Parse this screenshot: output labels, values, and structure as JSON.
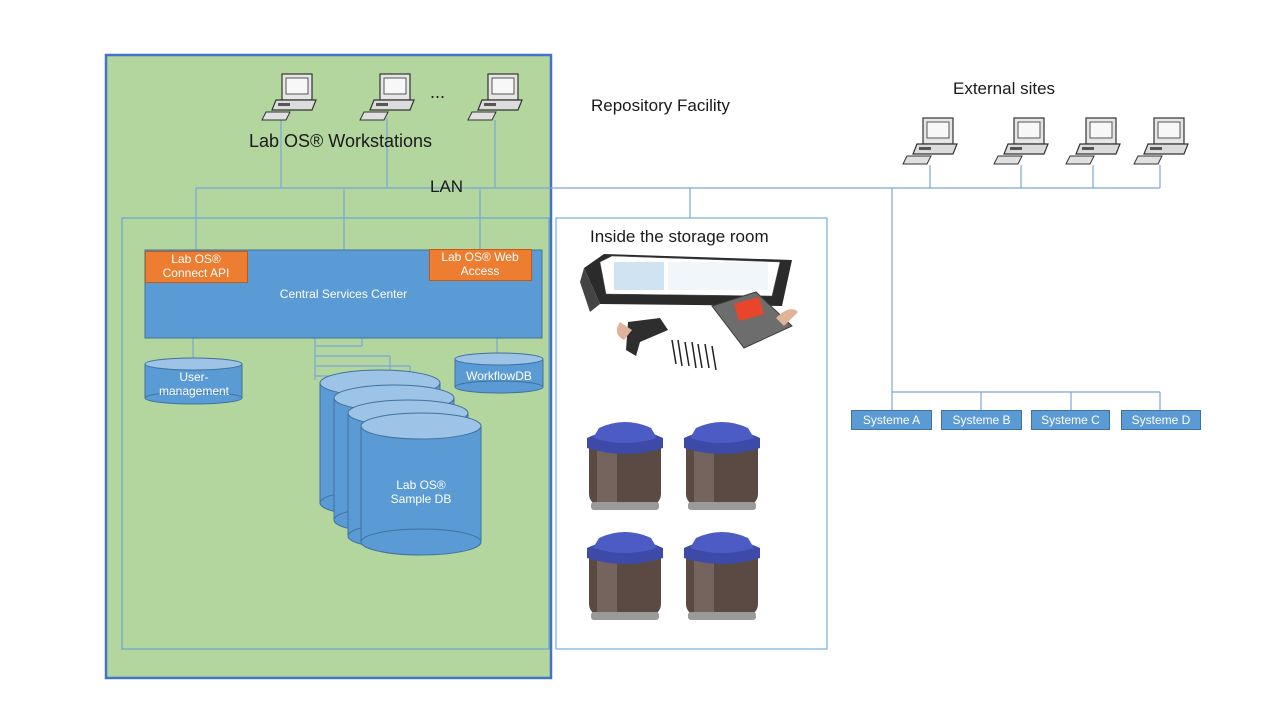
{
  "labels": {
    "workstations": "Lab OS® Workstations",
    "ellipsis": "...",
    "lan": "LAN",
    "repository": "Repository Facility",
    "external": "External sites",
    "storage_room": "Inside the storage room"
  },
  "boxes": {
    "connect_api": "Lab OS® Connect API",
    "web_access": "Lab OS® Web Access",
    "central": "Central Services Center",
    "user_mgmt": "User-management",
    "workflow_db": "WorkflowDB",
    "sample_db": "Lab OS® Sample DB"
  },
  "systems": [
    "Systeme A",
    "Systeme B",
    "Systeme C",
    "Systeme D"
  ],
  "colors": {
    "green_zone": "#b3d59e",
    "blue": "#5b9bd5",
    "orange": "#ed7d31",
    "line": "#7aa7d8",
    "dark_border": "#4472c4"
  }
}
